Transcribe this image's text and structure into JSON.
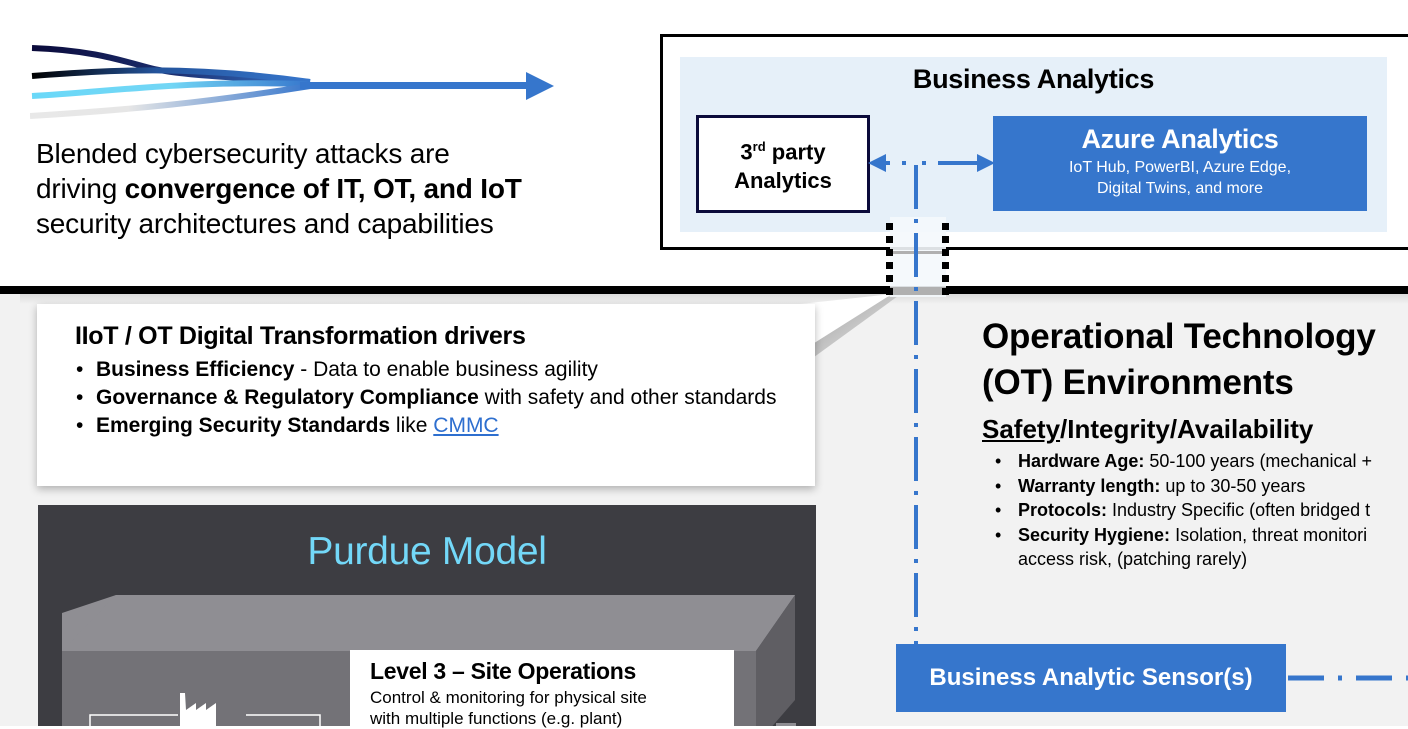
{
  "headline": {
    "line1": "Blended cybersecurity attacks are",
    "line2_prefix": "driving ",
    "line2_bold": "convergence of IT, OT, and IoT",
    "line3": "security architectures and capabilities"
  },
  "business_analytics": {
    "title": "Business Analytics",
    "third_party": {
      "ordinal": "3",
      "ordinal_suffix": "rd",
      "line1_rest": " party",
      "line2": "Analytics"
    },
    "azure": {
      "title": "Azure Analytics",
      "subtitle_line1": "IoT Hub, PowerBI, Azure Edge,",
      "subtitle_line2": "Digital Twins, and more"
    }
  },
  "drivers": {
    "title": "IIoT / OT Digital Transformation drivers",
    "items": [
      {
        "bold": "Business Efficiency",
        "text": " - Data to enable business  agility"
      },
      {
        "bold": "Governance & Regulatory Compliance",
        "text": " with safety and other standards"
      },
      {
        "bold": "Emerging Security Standards",
        "text": " like ",
        "link": "CMMC"
      }
    ]
  },
  "ot": {
    "title_line1": "Operational Technology",
    "title_line2": "(OT) Environments",
    "subtitle_underlined": "Safety",
    "subtitle_rest": "/Integrity/Availability",
    "items": [
      {
        "bold": "Hardware Age:",
        "text": " 50-100 years (mechanical +"
      },
      {
        "bold": "Warranty length:",
        "text": " up to 30-50 years"
      },
      {
        "bold": "Protocols:",
        "text": " Industry Specific (often bridged t"
      },
      {
        "bold": "Security Hygiene:",
        "text": " Isolation, threat monitori",
        "continuation": "access risk, (patching rarely)"
      }
    ]
  },
  "purdue": {
    "title": "Purdue Model",
    "level3": {
      "title": "Level 3 – Site Operations",
      "desc_line1": "Control & monitoring for physical site",
      "desc_line2": "with multiple functions (e.g. plant)"
    }
  },
  "sensor": {
    "label": "Business Analytic Sensor(s)"
  },
  "colors": {
    "accent_blue": "#3676cc",
    "light_panel": "#e6f0f9",
    "purdue_title": "#73d8f8",
    "purdue_panel": "#3d3d42",
    "link": "#2e6fcf"
  },
  "icons": {
    "convergence_arrow": "convergence-arrow-icon",
    "factory": "factory-icon"
  }
}
